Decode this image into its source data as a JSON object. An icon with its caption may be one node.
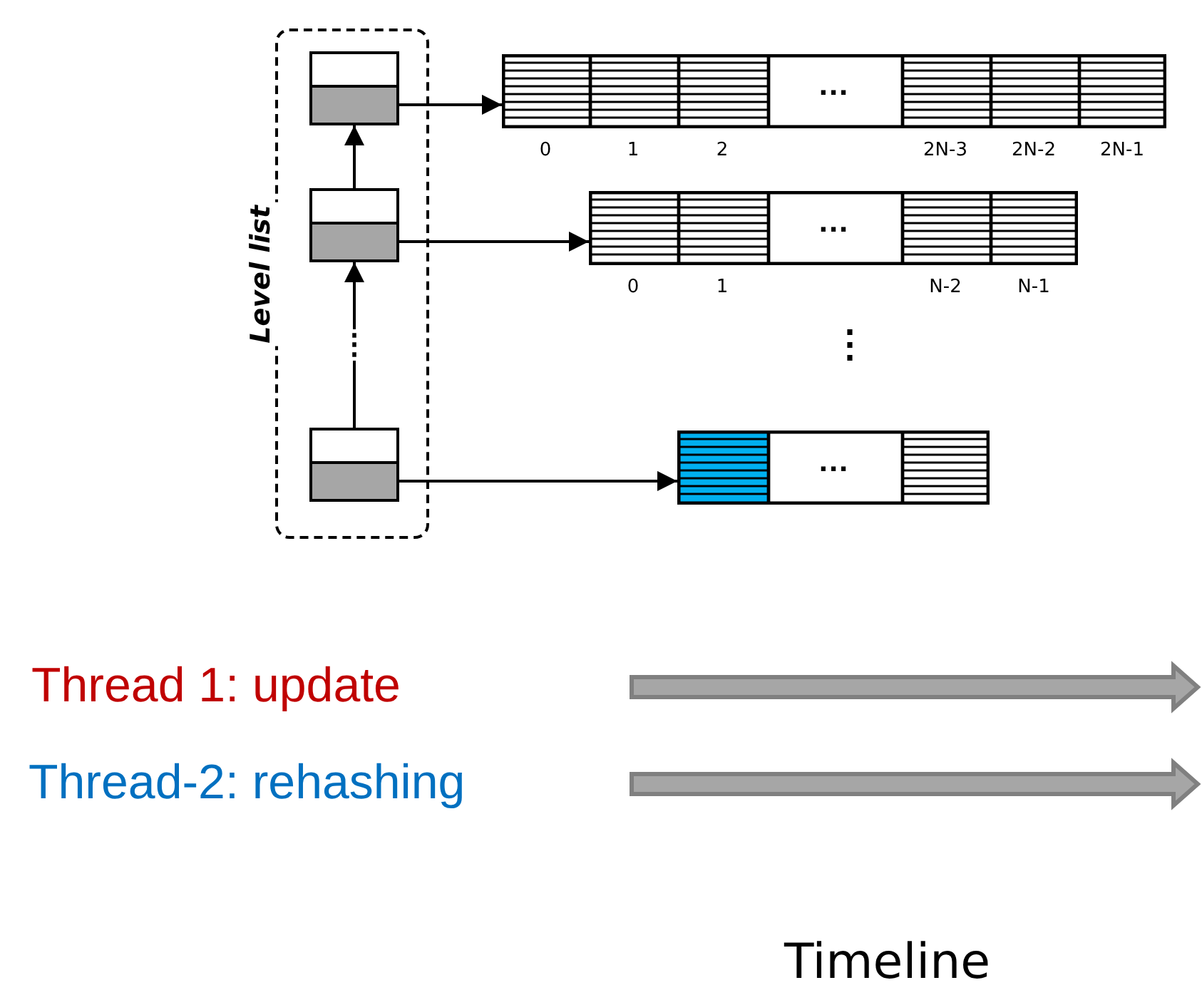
{
  "diagram": {
    "nodes": [
      {
        "text": [
          "Level list"
        ]
      },
      {
        "text": [],
        "shape": "box",
        "in": 0
      },
      {
        "text": [],
        "shape": "box",
        "in": 0
      },
      {
        "text": [],
        "shape": "box",
        "in": 0
      },
      {
        "text": [
          "..."
        ],
        "beside": [
          "0",
          "1",
          "2",
          "2N-3",
          "2N-2",
          "2N-1"
        ]
      },
      {
        "text": [
          "..."
        ],
        "beside": [
          "0",
          "1",
          "N-2",
          "N-1"
        ]
      },
      {
        "text": [
          "..."
        ]
      }
    ],
    "edges": [
      {
        "from": 1,
        "to": 4,
        "arrow": "to"
      },
      {
        "from": 2,
        "to": 1,
        "arrow": "to"
      },
      {
        "from": 2,
        "to": 5,
        "arrow": "to"
      },
      {
        "from": 3,
        "to": 2,
        "arrow": "to",
        "label": "⋮"
      },
      {
        "from": 3,
        "to": 6,
        "arrow": "to"
      }
    ],
    "labels": [
      "⋮",
      "Thread 1: update",
      "Thread-2: rehashing",
      "Timeline"
    ]
  }
}
